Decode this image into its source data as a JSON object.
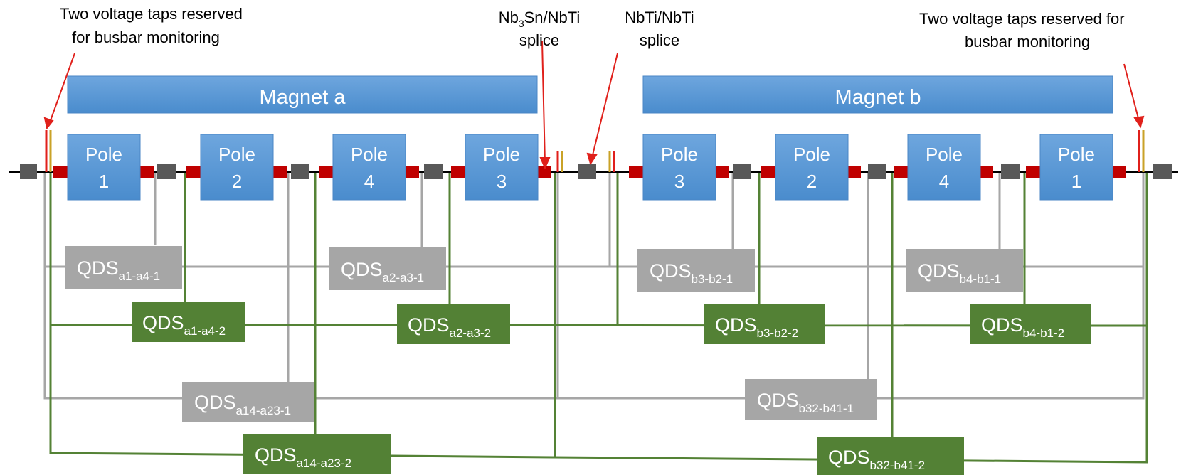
{
  "annotations": {
    "taps_left_line1": "Two voltage taps reserved",
    "taps_left_line2": "for busbar monitoring",
    "splice1_main": "Nb",
    "splice1_sub": "3",
    "splice1_rest": "Sn/NbTi",
    "splice1_line2": "splice",
    "splice2_line1": "NbTi/NbTi",
    "splice2_line2": "splice",
    "taps_right_line1": "Two voltage taps reserved for",
    "taps_right_line2": "busbar monitoring"
  },
  "magnets": {
    "a": "Magnet a",
    "b": "Magnet b"
  },
  "poles": {
    "label": "Pole",
    "a": [
      "1",
      "2",
      "4",
      "3"
    ],
    "b": [
      "3",
      "2",
      "4",
      "1"
    ]
  },
  "qds": {
    "prefix": "QDS",
    "gray": [
      "a1-a4-1",
      "a2-a3-1",
      "b3-b2-1",
      "b4-b1-1",
      "a14-a23-1",
      "b32-b41-1"
    ],
    "green": [
      "a1-a4-2",
      "a2-a3-2",
      "b3-b2-2",
      "b4-b1-2",
      "a14-a23-2",
      "b32-b41-2"
    ]
  },
  "colors": {
    "magnet_fill": "#5b9bd5",
    "pole_fill": "#5b9bd5",
    "splice_red": "#c00000",
    "tap_gray": "#595959",
    "qds_gray": "#a6a6a6",
    "qds_green": "#538135",
    "wire_gray": "#a6a6a6",
    "wire_green": "#548235",
    "arrow_red": "#e0201b",
    "tap_yellow": "#c9a227"
  }
}
